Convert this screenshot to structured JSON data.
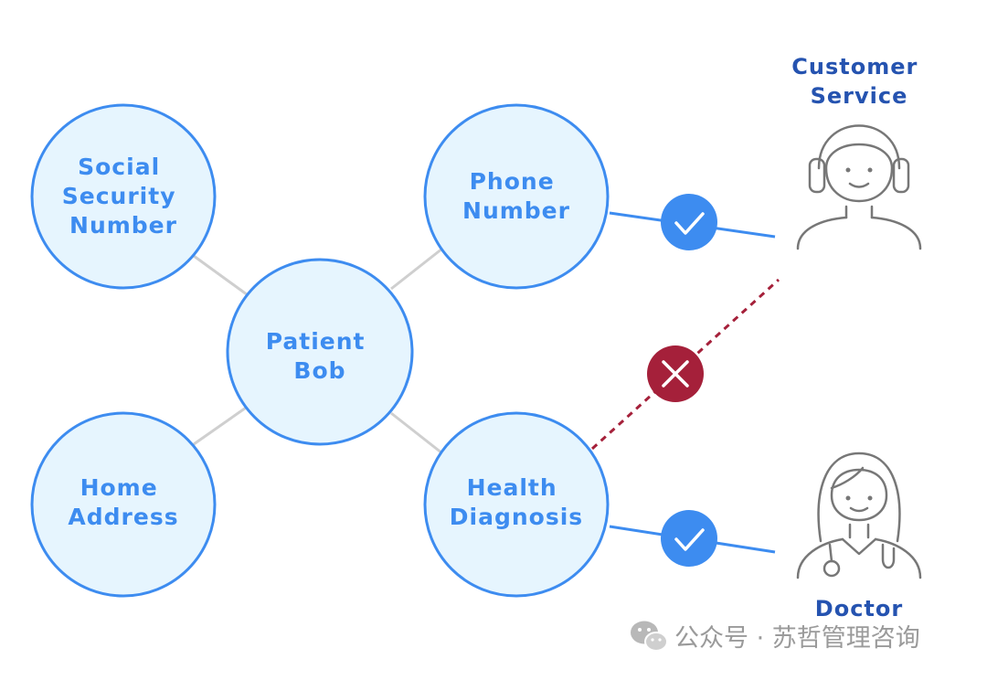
{
  "nodes": {
    "ssn": {
      "lines": [
        "Social",
        "Security",
        "Number"
      ]
    },
    "phone": {
      "lines": [
        "Phone",
        "Number"
      ]
    },
    "patient": {
      "lines": [
        "Patient",
        "Bob"
      ]
    },
    "address": {
      "lines": [
        "Home",
        "Address"
      ]
    },
    "health": {
      "lines": [
        "Health",
        "Diagnosis"
      ]
    }
  },
  "people": {
    "customer_service": {
      "lines": [
        "Customer",
        "Service"
      ]
    },
    "doctor": {
      "lines": [
        "Doctor"
      ]
    }
  },
  "access": {
    "phone_to_customer_service": "allowed",
    "health_to_doctor": "allowed",
    "health_to_customer_service": "denied"
  },
  "watermark": {
    "text": "公众号 · 苏哲管理咨询"
  },
  "colors": {
    "node_fill": "#e6f5fe",
    "node_stroke": "#3d8cf0",
    "node_text": "#3d8cf0",
    "person_text": "#2553b0",
    "allowed": "#3d8cf0",
    "denied": "#a5203a",
    "connector": "#cfcfcf",
    "icon_line": "#777777"
  }
}
